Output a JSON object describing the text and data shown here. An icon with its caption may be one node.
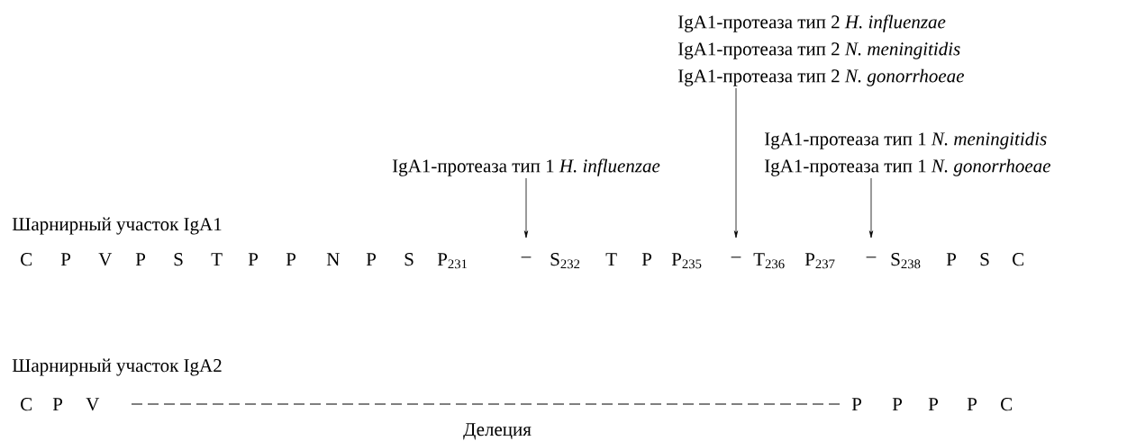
{
  "diagram": {
    "nodes": [
      {
        "text": [
          "IgA1-протеаза тип 2 *H. influenzae*",
          "IgA1-протеаза тип 2 *N. meningitidis*",
          "IgA1-протеаза тип 2 *N. gonorrhoeae*"
        ]
      },
      {
        "text": [
          "IgA1-протеаза тип 1 *N. meningitidis*",
          "IgA1-протеаза тип 1 *N. gonorrhoeae*"
        ]
      },
      {
        "text": [
          "IgA1-протеаза тип 1 *H. influenzae*"
        ]
      },
      {
        "text": [
          "–"
        ]
      },
      {
        "text": [
          "–"
        ]
      },
      {
        "text": [
          "–"
        ]
      }
    ],
    "edges": [
      {
        "from": 2,
        "to": 3,
        "arrow": "to"
      },
      {
        "from": 0,
        "to": 4,
        "arrow": "to"
      },
      {
        "from": 1,
        "to": 5,
        "arrow": "to"
      }
    ],
    "labels": [
      "Шарнирный участок IgA1",
      "C",
      "P",
      "V",
      "P",
      "S",
      "T",
      "P",
      "P",
      "N",
      "P",
      "S",
      "P$_{231}$",
      "S$_{232}$",
      "T",
      "P",
      "P$_{235}$",
      "T$_{236}$",
      "P$_{237}$",
      "S$_{238}$",
      "P",
      "S",
      "C",
      "Шарнирный участок IgA2",
      "C",
      "P",
      "V",
      "P",
      "P",
      "P",
      "P",
      "C",
      "Делеция"
    ]
  }
}
